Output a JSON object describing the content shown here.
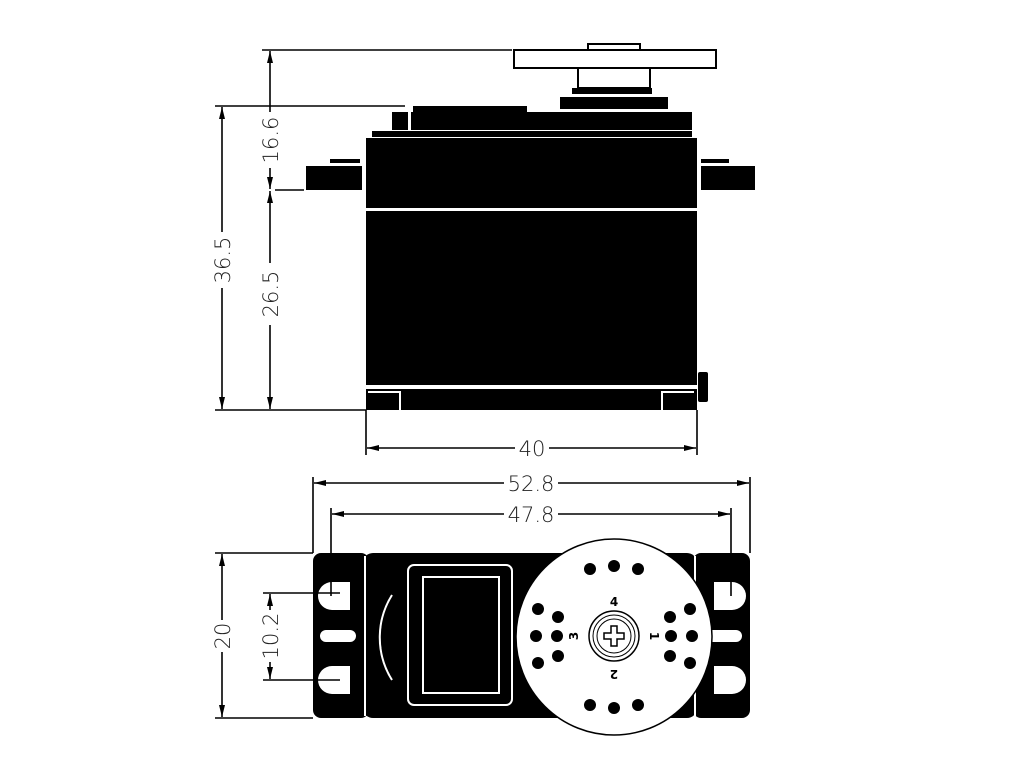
{
  "title": "Servo dimension drawing",
  "side_view": {
    "dimensions": {
      "overall_height": "36.5",
      "horn_to_flange": "16.6",
      "flange_to_bottom": "26.5",
      "width": "40"
    }
  },
  "top_view": {
    "dimensions": {
      "overall_length": "52.8",
      "mount_hole_spacing": "47.8",
      "depth": "20",
      "hole_pitch": "10.2"
    },
    "horn_hole_labels": [
      "1",
      "2",
      "3",
      "4"
    ]
  },
  "colors": {
    "ink": "#000000",
    "paper": "#ffffff"
  }
}
